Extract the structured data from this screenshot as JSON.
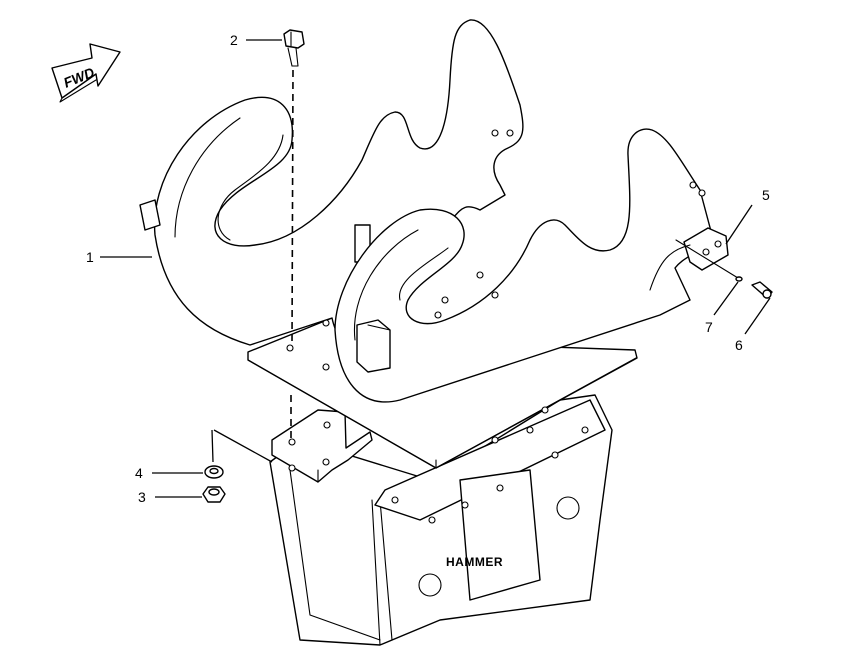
{
  "direction_indicator": {
    "text": "FWD"
  },
  "callouts": [
    {
      "number": "1"
    },
    {
      "number": "2"
    },
    {
      "number": "3"
    },
    {
      "number": "4"
    },
    {
      "number": "5"
    },
    {
      "number": "6"
    },
    {
      "number": "7"
    }
  ],
  "labels": {
    "hammer": "HAMMER"
  }
}
